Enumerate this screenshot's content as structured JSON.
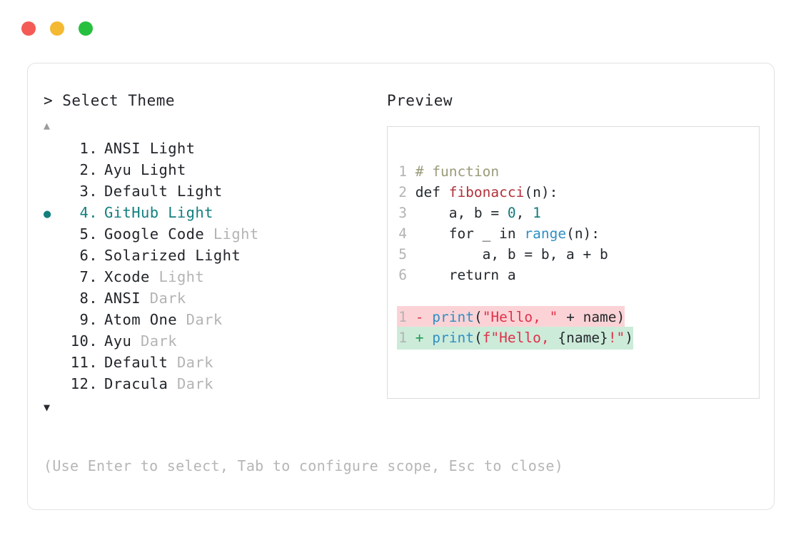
{
  "window": {
    "traffic_lights": [
      {
        "name": "close",
        "color": "#f45b56"
      },
      {
        "name": "minimize",
        "color": "#f4b932"
      },
      {
        "name": "maximize",
        "color": "#27c03e"
      }
    ]
  },
  "left": {
    "header": "> Select Theme",
    "scroll_up_glyph": "▲",
    "scroll_down_glyph": "▼",
    "selected_index": 4,
    "selected_bullet": "●",
    "accent_color": "#13807f",
    "items": [
      {
        "number": "1.",
        "name": "ANSI",
        "suffix": "Light",
        "suffix_muted": false,
        "selected": false
      },
      {
        "number": "2.",
        "name": "Ayu",
        "suffix": "Light",
        "suffix_muted": false,
        "selected": false
      },
      {
        "number": "3.",
        "name": "Default",
        "suffix": "Light",
        "suffix_muted": false,
        "selected": false
      },
      {
        "number": "4.",
        "name": "GitHub",
        "suffix": "Light",
        "suffix_muted": false,
        "selected": true
      },
      {
        "number": "5.",
        "name": "Google Code",
        "suffix": "Light",
        "suffix_muted": true,
        "selected": false
      },
      {
        "number": "6.",
        "name": "Solarized",
        "suffix": "Light",
        "suffix_muted": false,
        "selected": false
      },
      {
        "number": "7.",
        "name": "Xcode",
        "suffix": "Light",
        "suffix_muted": true,
        "selected": false
      },
      {
        "number": "8.",
        "name": "ANSI",
        "suffix": "Dark",
        "suffix_muted": true,
        "selected": false
      },
      {
        "number": "9.",
        "name": "Atom One",
        "suffix": "Dark",
        "suffix_muted": true,
        "selected": false
      },
      {
        "number": "10.",
        "name": "Ayu",
        "suffix": "Dark",
        "suffix_muted": true,
        "selected": false
      },
      {
        "number": "11.",
        "name": "Default",
        "suffix": "Dark",
        "suffix_muted": true,
        "selected": false
      },
      {
        "number": "12.",
        "name": "Dracula",
        "suffix": "Dark",
        "suffix_muted": true,
        "selected": false
      }
    ]
  },
  "right": {
    "header": "Preview",
    "code_lines": [
      {
        "ln": "1",
        "tokens": [
          {
            "t": " # function",
            "c": "comment"
          }
        ]
      },
      {
        "ln": "2",
        "tokens": [
          {
            "t": " def ",
            "c": "plain"
          },
          {
            "t": "fibonacci",
            "c": "fn"
          },
          {
            "t": "(n):",
            "c": "plain"
          }
        ]
      },
      {
        "ln": "3",
        "tokens": [
          {
            "t": "     a, b = ",
            "c": "plain"
          },
          {
            "t": "0",
            "c": "num"
          },
          {
            "t": ", ",
            "c": "plain"
          },
          {
            "t": "1",
            "c": "num"
          }
        ]
      },
      {
        "ln": "4",
        "tokens": [
          {
            "t": "     for _ in ",
            "c": "plain"
          },
          {
            "t": "range",
            "c": "builtin"
          },
          {
            "t": "(n):",
            "c": "plain"
          }
        ]
      },
      {
        "ln": "5",
        "tokens": [
          {
            "t": "         a, b = b, a + b",
            "c": "plain"
          }
        ]
      },
      {
        "ln": "6",
        "tokens": [
          {
            "t": "     return a",
            "c": "plain"
          }
        ]
      }
    ],
    "diff_lines": [
      {
        "ln": "1",
        "kind": "del",
        "marker": "-",
        "tokens": [
          {
            "t": " ",
            "c": "plain"
          },
          {
            "t": "print",
            "c": "builtin"
          },
          {
            "t": "(",
            "c": "plain"
          },
          {
            "t": "\"Hello, \"",
            "c": "string"
          },
          {
            "t": " + name)",
            "c": "plain"
          }
        ]
      },
      {
        "ln": "1",
        "kind": "add",
        "marker": "+",
        "tokens": [
          {
            "t": " ",
            "c": "plain"
          },
          {
            "t": "print",
            "c": "builtin"
          },
          {
            "t": "(",
            "c": "plain"
          },
          {
            "t": "f\"Hello, ",
            "c": "string"
          },
          {
            "t": "{name}",
            "c": "plain"
          },
          {
            "t": "!\"",
            "c": "string"
          },
          {
            "t": ")",
            "c": "plain"
          }
        ]
      }
    ]
  },
  "footer": {
    "hint": "(Use Enter to select, Tab to configure scope, Esc to close)"
  }
}
